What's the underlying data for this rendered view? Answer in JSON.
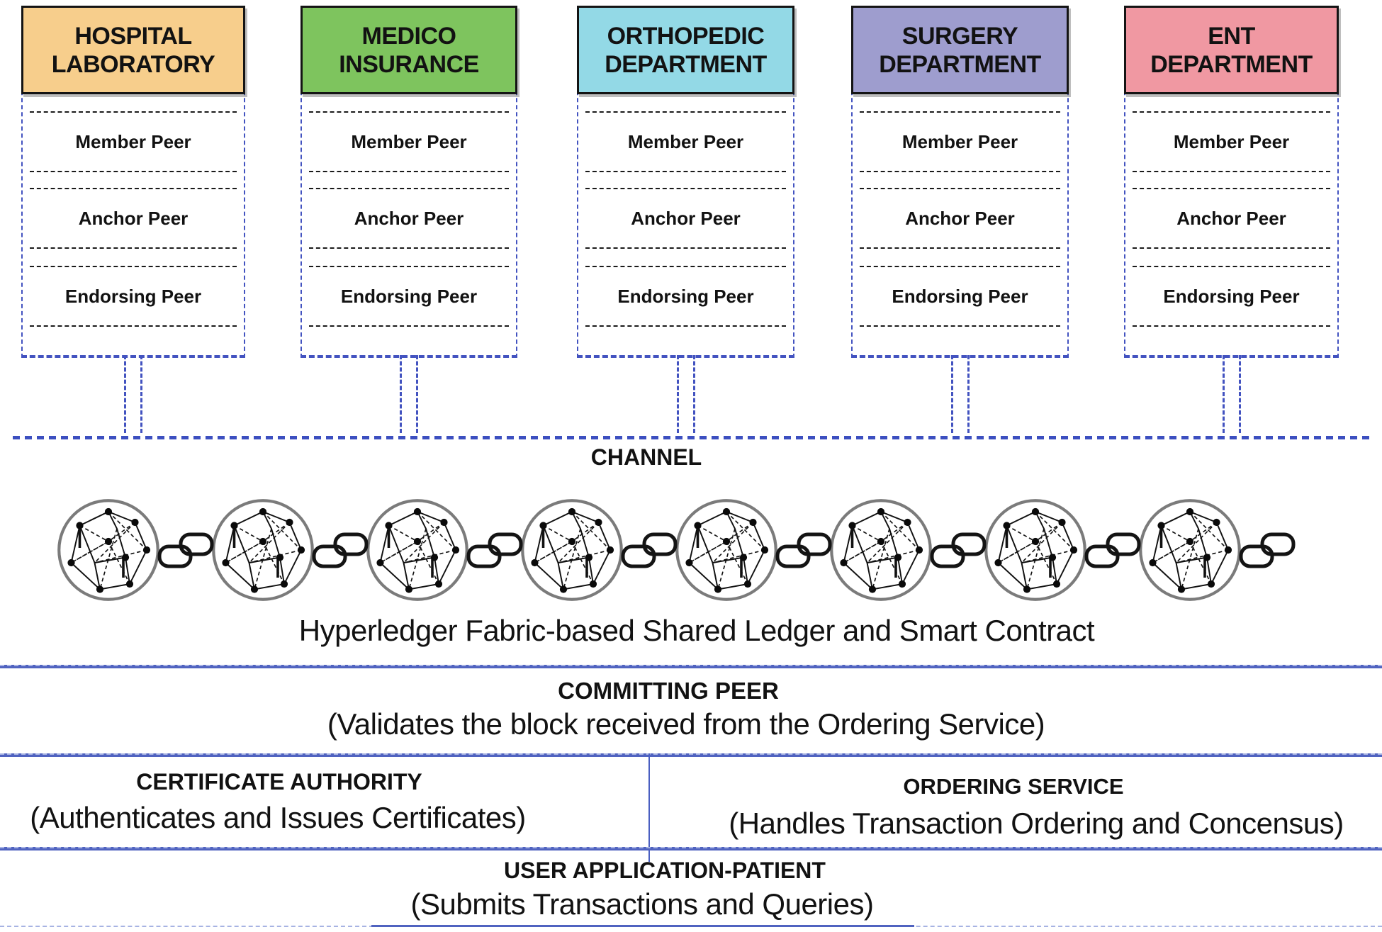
{
  "departments": [
    {
      "line1": "HOSPITAL",
      "line2": "LABORATORY",
      "color": "#F7CE8C"
    },
    {
      "line1": "MEDICO",
      "line2": "INSURANCE",
      "color": "#7EC45E"
    },
    {
      "line1": "ORTHOPEDIC",
      "line2": "DEPARTMENT",
      "color": "#93D9E6"
    },
    {
      "line1": "SURGERY",
      "line2": "DEPARTMENT",
      "color": "#9E9DCE"
    },
    {
      "line1": "ENT",
      "line2": "DEPARTMENT",
      "color": "#F098A2"
    }
  ],
  "peer_labels": [
    "Member Peer",
    "Anchor Peer",
    "Endorsing Peer"
  ],
  "channel": {
    "label": "CHANNEL"
  },
  "ledger": {
    "block_count": 8,
    "caption": "Hyperledger Fabric-based Shared Ledger and Smart Contract"
  },
  "sections": {
    "committing_peer": {
      "title": "COMMITTING PEER",
      "subtitle": "(Validates the block received from the Ordering Service)"
    },
    "certificate_authority": {
      "title": "CERTIFICATE AUTHORITY",
      "subtitle": "(Authenticates and Issues Certificates)"
    },
    "ordering_service": {
      "title": "ORDERING SERVICE",
      "subtitle": "(Handles Transaction Ordering and Concensus)"
    },
    "user_application": {
      "title": "USER APPLICATION-PATIENT",
      "subtitle": "(Submits Transactions and Queries)"
    }
  },
  "colors": {
    "container_border": "#4353C0",
    "channel_line": "#3C4FC0",
    "separator_solid": "#5063C0",
    "separator_dash": "#A7B3E3",
    "row_dash": "#1A1A1A",
    "circle_stroke": "#7B7B7B",
    "link_stroke": "#141414"
  }
}
